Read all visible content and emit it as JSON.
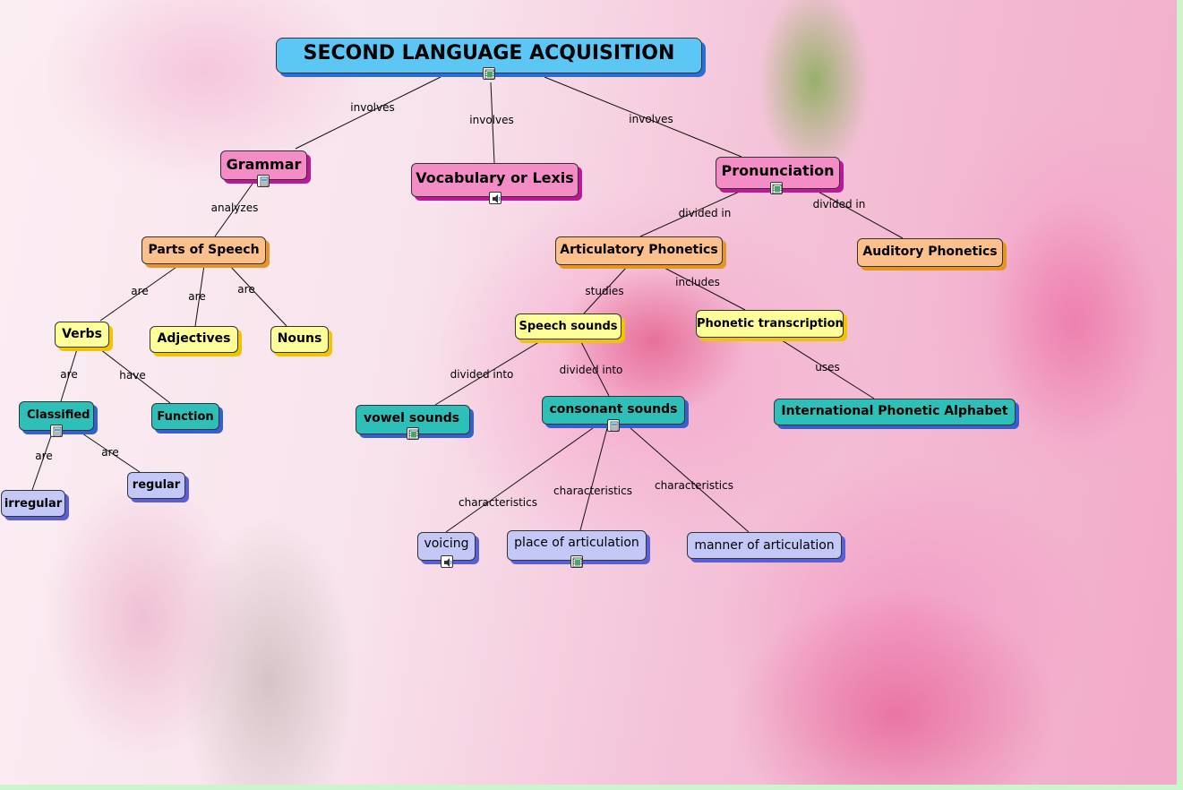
{
  "nodes": {
    "sla": "SECOND LANGUAGE ACQUISITION",
    "grammar": "Grammar",
    "vocab": "Vocabulary or Lexis",
    "pron": "Pronunciation",
    "pos": "Parts of Speech",
    "artic": "Articulatory Phonetics",
    "audit": "Auditory Phonetics",
    "verbs": "Verbs",
    "adj": "Adjectives",
    "nouns": "Nouns",
    "speech": "Speech sounds",
    "phon": "Phonetic transcription",
    "classified": "Classified",
    "function": "Function",
    "vowel": "vowel sounds",
    "conson": "consonant sounds",
    "ipa": "International Phonetic Alphabet",
    "irregular": "irregular",
    "regular": "regular",
    "voicing": "voicing",
    "place": "place of articulation",
    "manner": "manner of articulation"
  },
  "links": {
    "involves1": "involves",
    "involves2": "involves",
    "involves3": "involves",
    "analyzes": "analyzes",
    "dividedin1": "divided in",
    "dividedin2": "divided in",
    "are1": "are",
    "are2": "are",
    "are3": "are",
    "studies": "studies",
    "includes": "includes",
    "are4": "are",
    "have": "have",
    "dividedinto1": "divided into",
    "dividedinto2": "divided into",
    "uses": "uses",
    "are5": "are",
    "are6": "are",
    "char1": "characteristics",
    "char2": "characteristics",
    "char3": "characteristics"
  },
  "resource_icons": {
    "sla": "video-icon",
    "grammar": "document-icon",
    "vocab": "audio-icon",
    "pron": "video-icon",
    "classified": "document-icon",
    "vowel": "video-icon",
    "conson": "document-icon",
    "voicing": "audio-icon",
    "place": "video-icon"
  },
  "colors": {
    "root": "#5cc6f4",
    "level1": "#f48cc6",
    "level2": "#fbc08c",
    "level3": "#ffff99",
    "level4": "#2ebfb8",
    "level5": "#c4c8f6"
  }
}
